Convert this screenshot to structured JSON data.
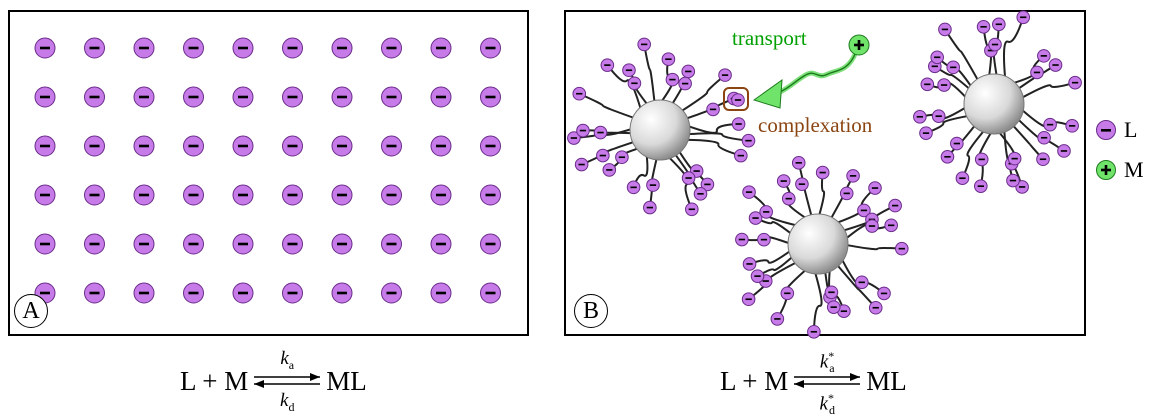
{
  "panel_a": {
    "letter": "A"
  },
  "panel_b": {
    "letter": "B",
    "transport_label": "transport",
    "complexation_label": "complexation"
  },
  "legend": {
    "l_label": "L",
    "m_label": "M",
    "l_symbol": "−",
    "m_symbol": "+"
  },
  "equation_a": {
    "left": "L + M",
    "right": "ML",
    "k_top": "k",
    "k_top_sub": "a",
    "k_bottom": "k",
    "k_bottom_sub": "d"
  },
  "equation_b": {
    "left": "L + M",
    "right": "ML",
    "k_top": "k",
    "k_top_sub": "a",
    "k_top_sup": "*",
    "k_bottom": "k",
    "k_bottom_sub": "d",
    "k_bottom_sup": "*"
  },
  "colors": {
    "ligand": "#c77be8",
    "metal": "#6fe36a",
    "transport": "#00a000",
    "complexation": "#8b4513"
  }
}
